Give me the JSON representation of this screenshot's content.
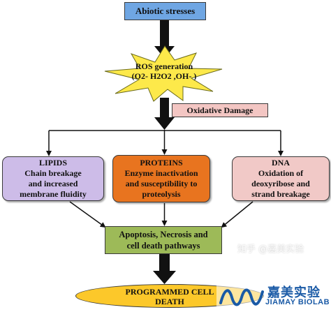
{
  "nodes": {
    "abiotic": "Abiotic stresses",
    "ros_line1": "ROS generation",
    "ros_line2": "(O2-  H2O2 ,OH- )",
    "oxidative": "Oxidative Damage",
    "lipids": [
      "LIPIDS",
      "Chain  breakage",
      "and increased",
      "membrane fluidity"
    ],
    "proteins": [
      "PROTEINS",
      "Enzyme inactivation",
      "and  susceptibility to",
      "proteolysis"
    ],
    "dna": [
      "DNA",
      "Oxidation of",
      "deoxyribose and",
      "strand breakage"
    ],
    "apoptosis": [
      "Apoptosis, Necrosis and",
      "cell death pathways"
    ],
    "programmed": [
      "PROGRAMMED CELL",
      "DEATH"
    ]
  },
  "watermark": {
    "left_text": "知乎 @嘉美实验",
    "brand_cn": "嘉美实验",
    "brand_en": "JIAMAY BIOLAB"
  },
  "colors": {
    "abiotic": "#6fa6e3",
    "star": "#fde94a",
    "oxidative": "#f3c6c3",
    "lipids": "#cdbce8",
    "proteins": "#e8741f",
    "dna": "#f1c9c7",
    "apoptosis": "#9dba58",
    "programmed": "#fcc82a",
    "arrow": "#111111"
  }
}
